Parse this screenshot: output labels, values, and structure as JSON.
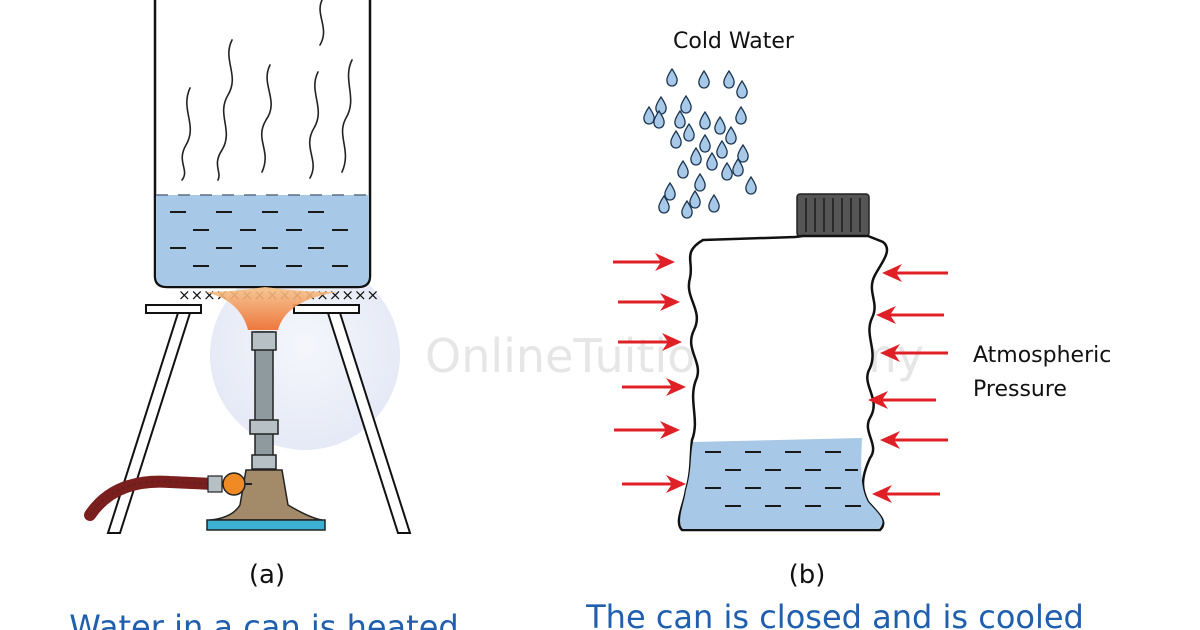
{
  "watermark": "OnlineTuition.com.my",
  "panel_a": {
    "label": "(a)",
    "caption": "Water in a can is heated"
  },
  "panel_b": {
    "label": "(b)",
    "caption": "The can is closed and is cooled",
    "cold_water_label": "Cold Water",
    "pressure_label_line1": "Atmospheric",
    "pressure_label_line2": "Pressure"
  },
  "colors": {
    "water": "#a7c8e6",
    "arrow": "#e02027",
    "caption": "#1f5fae",
    "flame": "#f2a055",
    "burner_base": "#a38b6a",
    "hose": "#7a1e1e",
    "valve": "#f08a24",
    "stand_plate": "#3bb0d0",
    "cap": "#555555"
  }
}
